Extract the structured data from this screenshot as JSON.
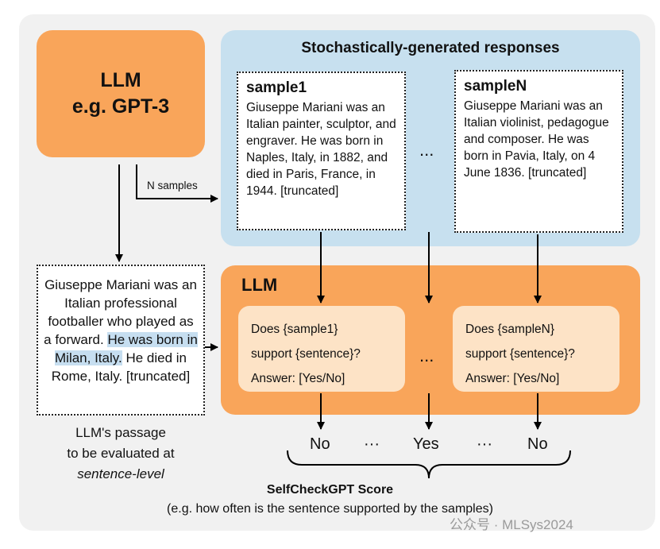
{
  "llm_box": {
    "line1": "LLM",
    "line2": "e.g. GPT-3"
  },
  "stochastic": {
    "title": "Stochastically-generated responses",
    "sample1": {
      "header": "sample1",
      "text": "Giuseppe Mariani was an Italian painter, sculptor, and engraver. He was born in Naples, Italy, in 1882, and died in Paris, France, in 1944. [truncated]"
    },
    "sampleN": {
      "header": "sampleN",
      "text": "Giuseppe Mariani was an Italian violinist, pedagogue and composer. He was born in Pavia, Italy, on 4 June 1836. [truncated]"
    },
    "ellipsis": "..."
  },
  "n_samples_label": "N samples",
  "passage": {
    "text_before": "Giuseppe Mariani was an Italian professional footballer who played as a forward. ",
    "highlight": "He was born in Milan, Italy.",
    "text_after": " He died in Rome, Italy. [truncated]"
  },
  "caption": {
    "line1": "LLM's passage",
    "line2": "to be evaluated at",
    "line3": "sentence-level"
  },
  "llm_check": {
    "title": "LLM",
    "q1": {
      "line1": "Does {sample1}",
      "line2": "support {sentence}?",
      "line3": "Answer: [Yes/No]"
    },
    "qN": {
      "line1": "Does {sampleN}",
      "line2": "support {sentence}?",
      "line3": "Answer: [Yes/No]"
    },
    "ellipsis": "..."
  },
  "outputs": {
    "o1": "No",
    "dots1": "···",
    "o2": "Yes",
    "dots2": "···",
    "o3": "No"
  },
  "score": {
    "title": "SelfCheckGPT Score",
    "subtitle": "(e.g. how often is the sentence supported by the samples)"
  },
  "watermark": "公众号 · MLSys2024",
  "colors": {
    "orange": "#f9a55a",
    "light_orange": "#fde3c6",
    "light_blue": "#c7e0ef",
    "highlight": "#c6def0"
  }
}
